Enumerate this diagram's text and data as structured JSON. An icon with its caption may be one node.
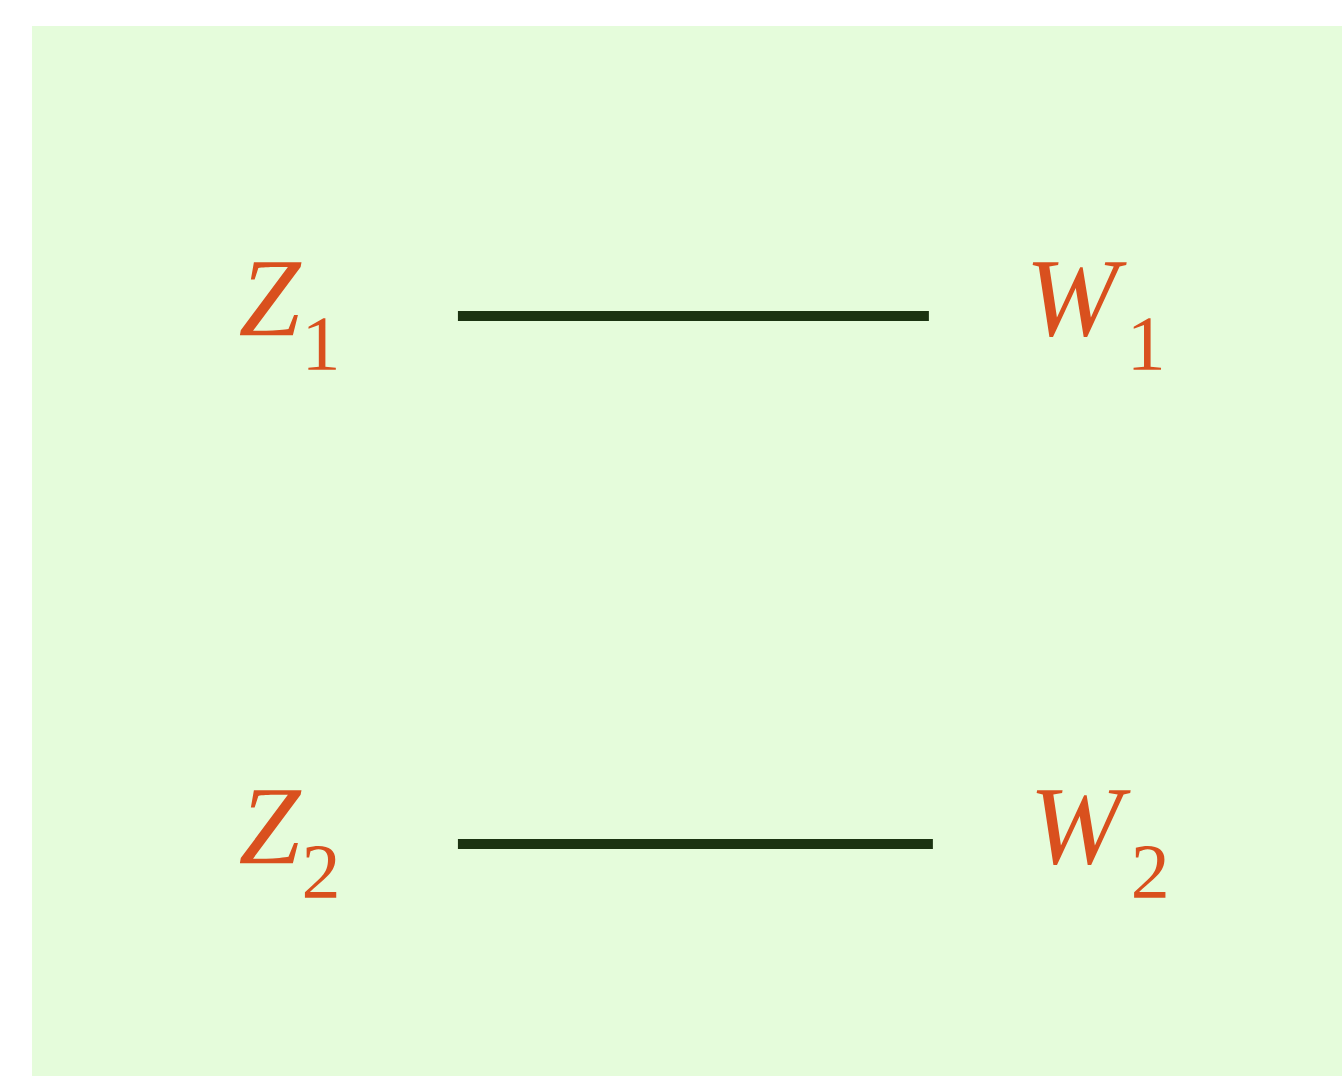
{
  "diagram": {
    "nodes": [
      {
        "text": [
          "*Z*$_{1}$"
        ]
      },
      {
        "text": [
          "*W*$_{1}$"
        ]
      },
      {
        "text": [
          "*Z*$_{2}$"
        ]
      },
      {
        "text": [
          "*W*$_{2}$"
        ]
      }
    ],
    "edges": [
      {
        "from": 0,
        "to": 1,
        "arrow": "none"
      },
      {
        "from": 2,
        "to": 3,
        "arrow": "none"
      }
    ]
  }
}
